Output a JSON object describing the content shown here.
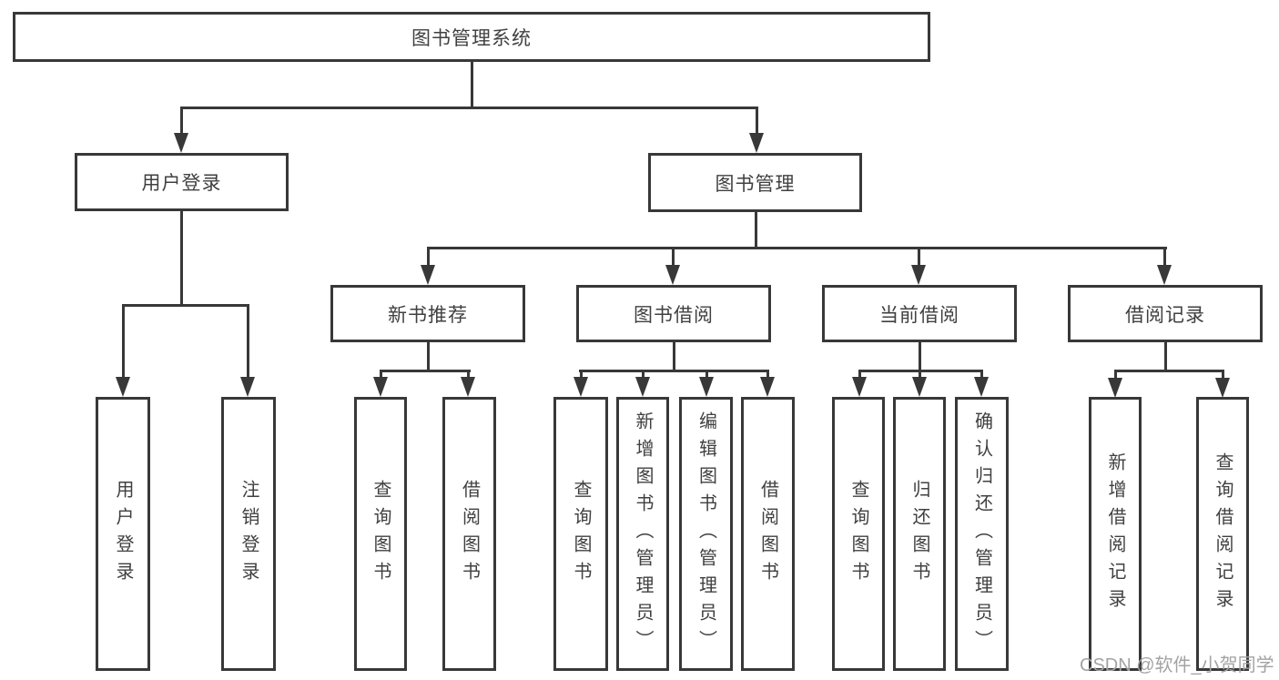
{
  "tree": {
    "label": "图书管理系统",
    "children": [
      {
        "label": "用户登录",
        "children": [
          {
            "label": "用户登录"
          },
          {
            "label": "注销登录"
          }
        ]
      },
      {
        "label": "图书管理",
        "children": [
          {
            "label": "新书推荐",
            "children": [
              {
                "label": "查询图书"
              },
              {
                "label": "借阅图书"
              }
            ]
          },
          {
            "label": "图书借阅",
            "children": [
              {
                "label": "查询图书"
              },
              {
                "label": "新增图书（管理员）"
              },
              {
                "label": "编辑图书（管理员）"
              },
              {
                "label": "借阅图书"
              }
            ]
          },
          {
            "label": "当前借阅",
            "children": [
              {
                "label": "查询图书"
              },
              {
                "label": "归还图书"
              },
              {
                "label": "确认归还（管理员）"
              }
            ]
          },
          {
            "label": "借阅记录",
            "children": [
              {
                "label": "新增借阅记录"
              },
              {
                "label": "查询借阅记录"
              }
            ]
          }
        ]
      }
    ]
  },
  "watermark": "CSDN @软件_小贺同学",
  "colors": {
    "line": "#383838",
    "text": "#404040",
    "watermark": "#a3a3a3",
    "background": "#ffffff"
  }
}
